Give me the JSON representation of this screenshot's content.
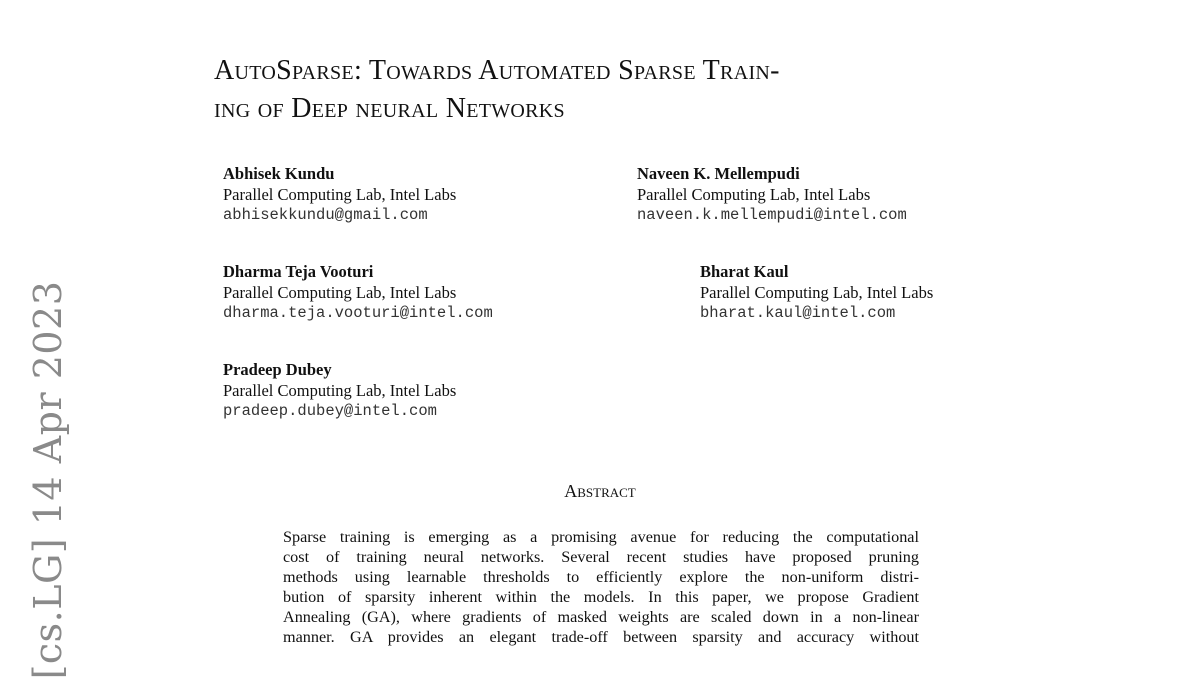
{
  "title": {
    "line1": "AutoSparse: Towards Automated Sparse Train-",
    "line2": "ing of Deep neural Networks"
  },
  "authors": [
    {
      "name": "Abhisek Kundu",
      "affiliation": "Parallel Computing Lab, Intel Labs",
      "email": "abhisekkundu@gmail.com"
    },
    {
      "name": "Naveen K. Mellempudi",
      "affiliation": "Parallel Computing Lab, Intel Labs",
      "email": "naveen.k.mellempudi@intel.com"
    },
    {
      "name": "Dharma Teja Vooturi",
      "affiliation": "Parallel Computing Lab, Intel Labs",
      "email": "dharma.teja.vooturi@intel.com"
    },
    {
      "name": "Bharat Kaul",
      "affiliation": "Parallel Computing Lab, Intel Labs",
      "email": "bharat.kaul@intel.com"
    },
    {
      "name": "Pradeep Dubey",
      "affiliation": "Parallel Computing Lab, Intel Labs",
      "email": "pradeep.dubey@intel.com"
    }
  ],
  "arxiv_stamp": "[cs.LG]  14 Apr 2023",
  "abstract": {
    "heading": "Abstract",
    "lines": [
      "Sparse training is emerging as a promising avenue for reducing the computational",
      "cost of training neural networks. Several recent studies have proposed pruning",
      "methods using learnable thresholds to efficiently explore the non-uniform distri-",
      "bution of sparsity inherent within the models. In this paper, we propose Gradient",
      "Annealing (GA), where gradients of masked weights are scaled down in a non-linear",
      "manner. GA provides an elegant trade-off between sparsity and accuracy without"
    ]
  }
}
